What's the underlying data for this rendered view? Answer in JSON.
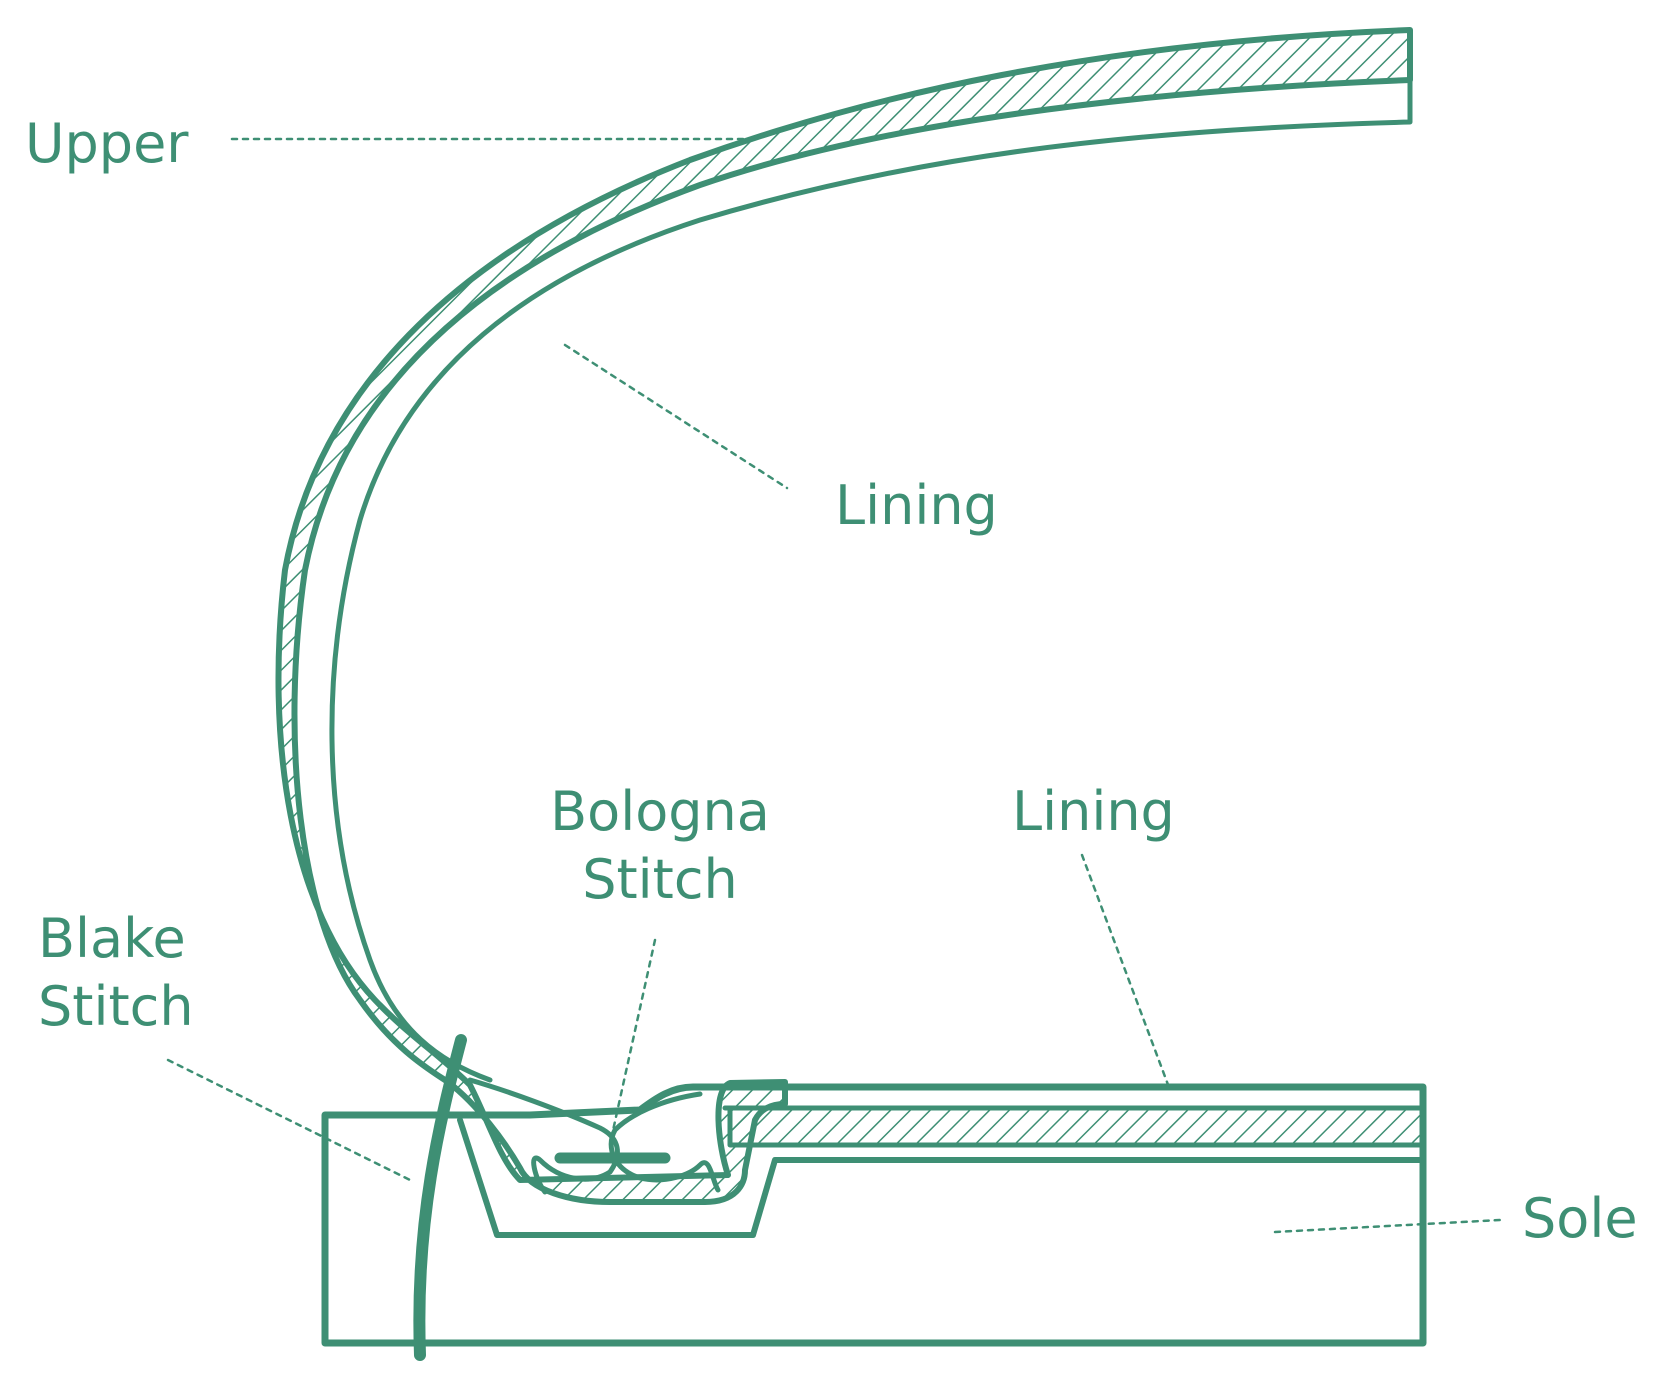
{
  "colors": {
    "stroke": "#3e8f74",
    "background": "#ffffff"
  },
  "labels": {
    "upper": "Upper",
    "lining_top": "Lining",
    "bologna": [
      "Bologna",
      "Stitch"
    ],
    "lining_bottom": "Lining",
    "blake": [
      "Blake",
      "Stitch"
    ],
    "sole": "Sole"
  }
}
